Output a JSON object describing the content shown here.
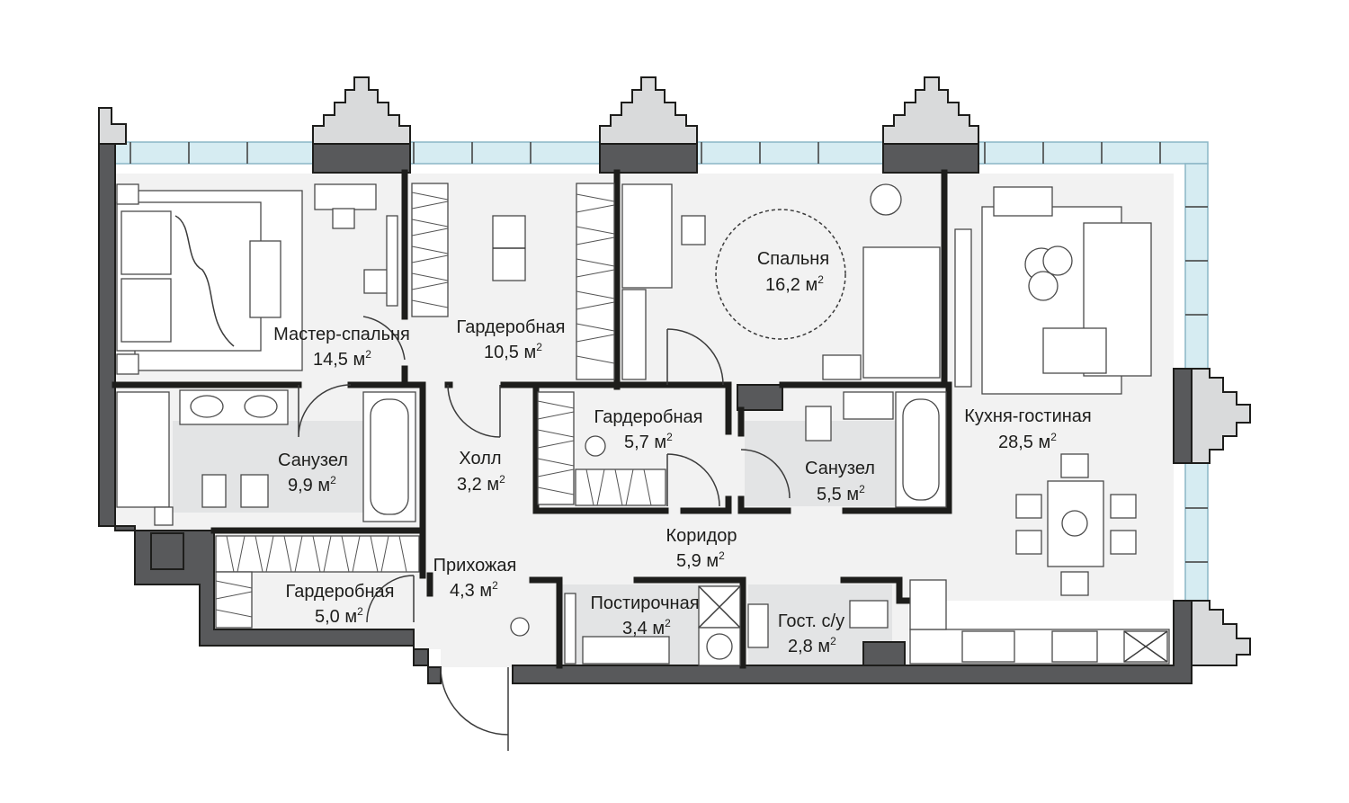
{
  "unit": "м",
  "unit_sup": "2",
  "rooms": [
    {
      "id": "master-bedroom",
      "name": "Мастер-спальня",
      "area": "14,5"
    },
    {
      "id": "wardrobe-1",
      "name": "Гардеробная",
      "area": "10,5"
    },
    {
      "id": "bedroom",
      "name": "Спальня",
      "area": "16,2"
    },
    {
      "id": "wardrobe-2",
      "name": "Гардеробная",
      "area": "5,7"
    },
    {
      "id": "bathroom-1",
      "name": "Санузел",
      "area": "9,9"
    },
    {
      "id": "hall",
      "name": "Холл",
      "area": "3,2"
    },
    {
      "id": "bathroom-2",
      "name": "Санузел",
      "area": "5,5"
    },
    {
      "id": "kitchen-living",
      "name": "Кухня-гостиная",
      "area": "28,5"
    },
    {
      "id": "corridor",
      "name": "Коридор",
      "area": "5,9"
    },
    {
      "id": "entrance",
      "name": "Прихожая",
      "area": "4,3"
    },
    {
      "id": "wardrobe-3",
      "name": "Гардеробная",
      "area": "5,0"
    },
    {
      "id": "laundry",
      "name": "Постирочная",
      "area": "3,4"
    },
    {
      "id": "guest-wc",
      "name": "Гост. с/у",
      "area": "2,8"
    }
  ],
  "colors": {
    "wall": "#58595b",
    "glass": "#d6ecf2",
    "floor": "#f2f2f2",
    "tile": "#e3e4e5"
  }
}
